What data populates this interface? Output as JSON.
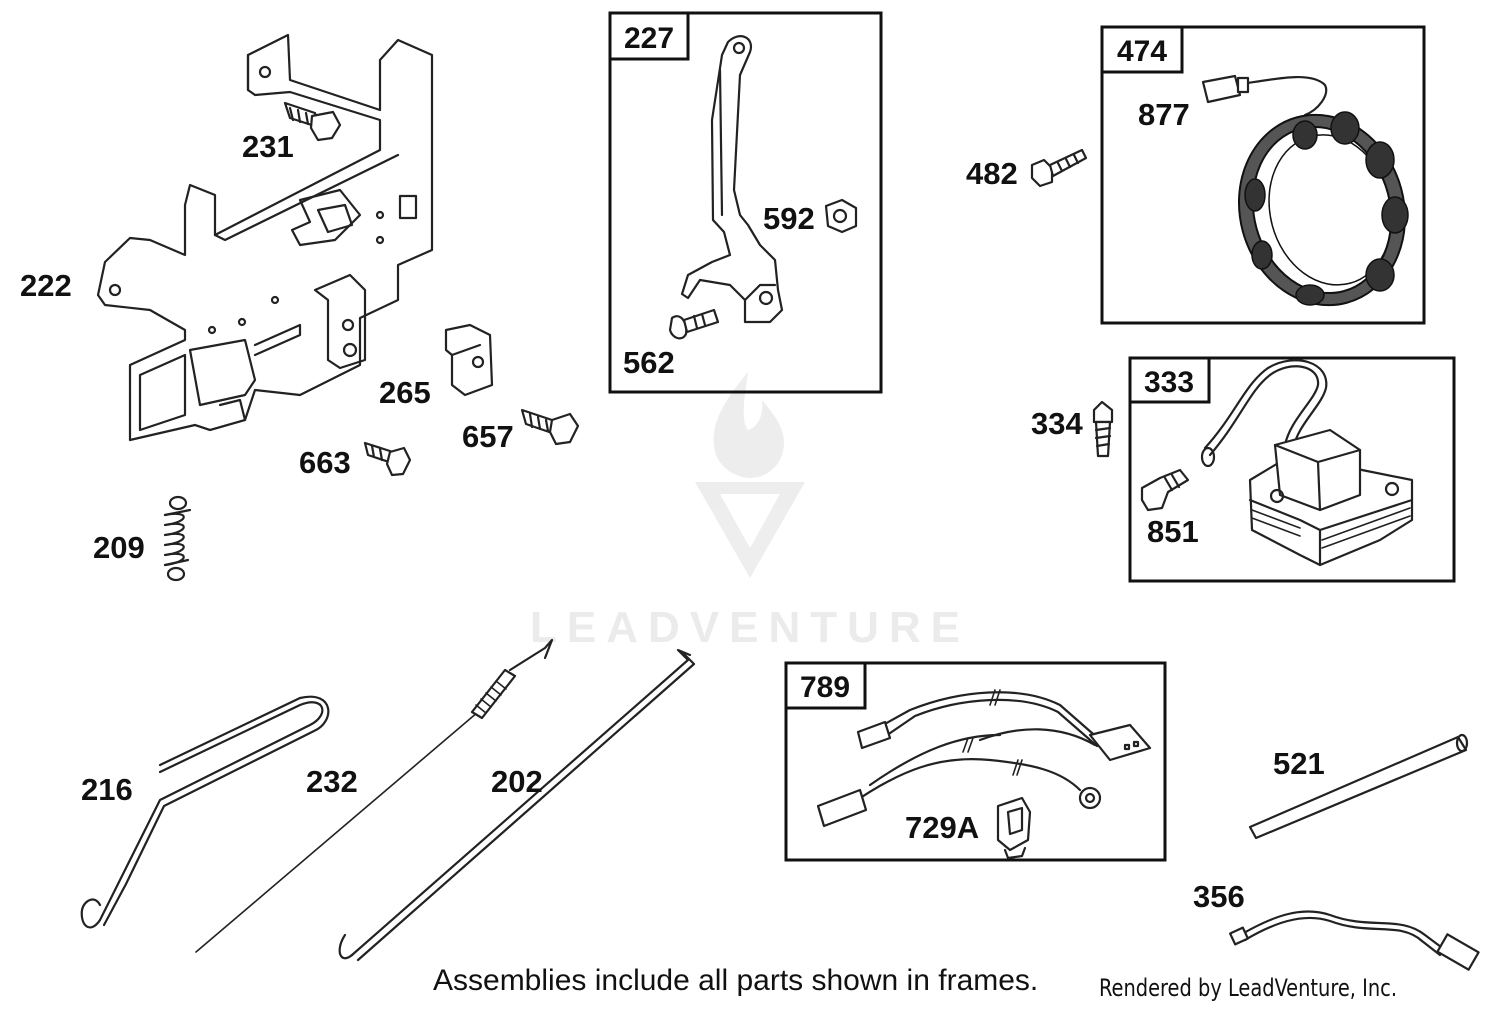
{
  "callouts": {
    "c231": "231",
    "c222": "222",
    "c265": "265",
    "c657": "657",
    "c663": "663",
    "c209": "209",
    "c592": "592",
    "c562": "562",
    "c482": "482",
    "c877": "877",
    "c334": "334",
    "c851": "851",
    "c216": "216",
    "c232": "232",
    "c202": "202",
    "c729a": "729A",
    "c521": "521",
    "c356": "356"
  },
  "frames": {
    "f227": "227",
    "f474": "474",
    "f333": "333",
    "f789": "789"
  },
  "footnote": "Assemblies include all parts shown in frames.",
  "credit": "Rendered by LeadVenture, Inc.",
  "watermark": "LEADVENTURE"
}
